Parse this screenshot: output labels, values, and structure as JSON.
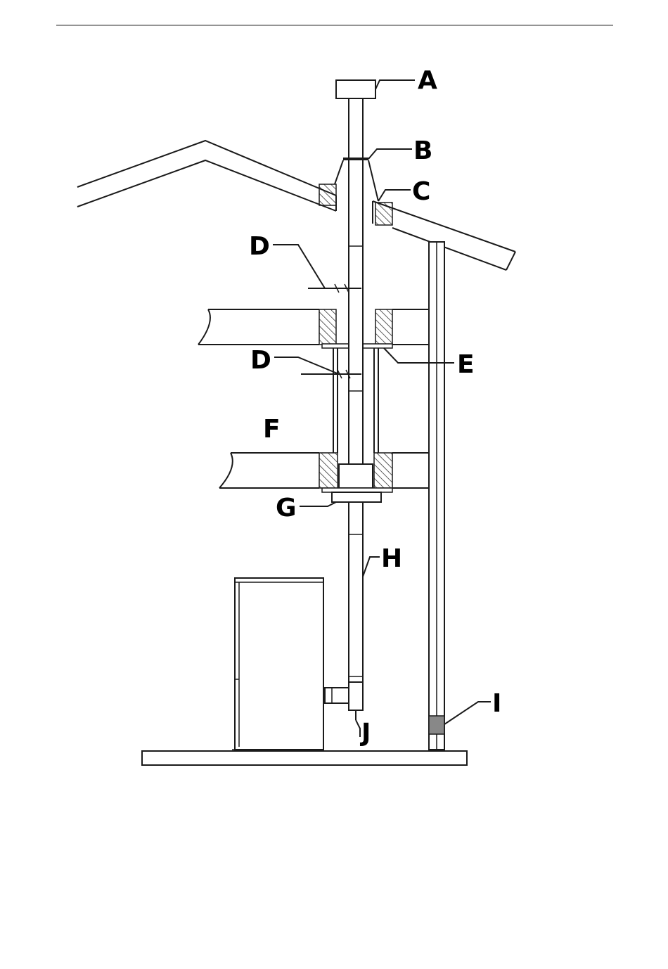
{
  "diagram": {
    "callouts": {
      "A": "A",
      "B": "B",
      "C": "C",
      "D1": "D",
      "D2": "D",
      "E": "E",
      "F": "F",
      "G": "G",
      "H": "H",
      "I": "I",
      "J": "J"
    },
    "colors": {
      "line": "#1a1a1a",
      "hatch": "#1a1a1a",
      "band": "#888888",
      "background": "#ffffff"
    }
  }
}
